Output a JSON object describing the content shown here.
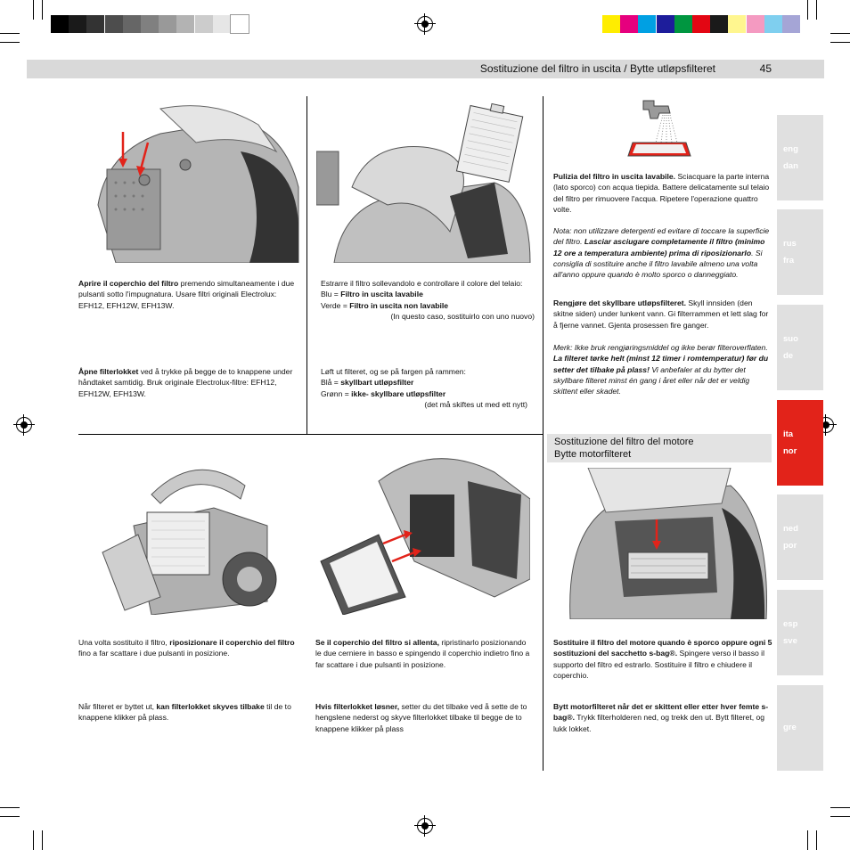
{
  "header": {
    "title": "Sostituzione del filtro in uscita / Bytte utløpsfilteret",
    "page": "45"
  },
  "colors": {
    "greys": [
      "#000000",
      "#1a1a1a",
      "#333333",
      "#4d4d4d",
      "#666666",
      "#808080",
      "#999999",
      "#b3b3b3",
      "#cccccc",
      "#e6e6e6",
      "#ffffff"
    ],
    "process": [
      "#ffed00",
      "#e6007e",
      "#00a0e3",
      "#1d1d9b",
      "#009640",
      "#e30613",
      "#1a1a1a",
      "#fff68f",
      "#f49ac1",
      "#7fcfef",
      "#a5a5d6"
    ],
    "accent": "#e2231a",
    "tab_grey": "#e0e0e0"
  },
  "tabs": [
    {
      "l1": "eng",
      "l2": "dan",
      "active": false
    },
    {
      "l1": "rus",
      "l2": "fra",
      "active": false
    },
    {
      "l1": "suo",
      "l2": "de",
      "active": false
    },
    {
      "l1": "ita",
      "l2": "nor",
      "active": true
    },
    {
      "l1": "ned",
      "l2": "por",
      "active": false
    },
    {
      "l1": "esp",
      "l2": "sve",
      "active": false
    },
    {
      "l1": "gre",
      "l2": "",
      "active": false
    }
  ],
  "col1_top": {
    "it_bold": "Aprire il coperchio del filtro",
    "it_text": " premendo simultaneamente i due pulsanti sotto l'impugnatura. Usare filtri originali Electrolux: EFH12, EFH12W, EFH13W.",
    "no_bold": "Åpne filterlokket",
    "no_text": " ved å trykke på begge de to knappene under håndtaket samtidig. Bruk originale Electrolux-filtre: EFH12, EFH12W, EFH13W."
  },
  "col2_top": {
    "it_line1": "Estrarre il filtro sollevandolo e controllare il colore del telaio:",
    "it_blu_label": "Blu = ",
    "it_blu_value": "Filtro in uscita lavabile",
    "it_verde_label": "Verde = ",
    "it_verde_value": "Filtro in uscita non lavabile",
    "it_note": "(In questo caso, sostituirlo con uno nuovo)",
    "no_line1": "Løft ut filteret, og se på fargen på rammen:",
    "no_bla_label": "Blå = ",
    "no_bla_value": "skyllbart utløpsfilter",
    "no_gronn_label": "Grønn = ",
    "no_gronn_value": "ikke- skyllbare utløpsfilter",
    "no_note": "(det må skiftes ut med ett nytt)"
  },
  "col3_top": {
    "it_bold": "Pulizia del filtro in uscita lavabile.",
    "it_text": " Sciacquare la parte interna (lato sporco) con acqua tiepida. Battere delicatamente sul telaio del filtro per rimuovere l'acqua. Ripetere l'operazione quattro volte.",
    "it_note_a": "Nota: non utilizzare detergenti ed evitare di toccare la superficie del filtro. ",
    "it_note_b": "Lasciar asciugare completamente il filtro (minimo 12 ore a temperatura ambiente) prima di riposizionarlo",
    "it_note_c": ". Si consiglia di sostituire anche il filtro lavabile almeno una volta all'anno oppure quando è molto sporco o danneggiato.",
    "no_bold": "Rengjøre det skyllbare utløpsfilteret.",
    "no_text": " Skyll innsiden (den skitne siden) under lunkent vann. Gi filterrammen et lett slag for å fjerne vannet. Gjenta prosessen fire ganger.",
    "no_note_a": "Merk: Ikke bruk rengjøringsmiddel og ikke berør filteroverflaten. ",
    "no_note_b": "La filteret tørke helt (minst 12 timer i romtemperatur) før du setter det tilbake på plass!",
    "no_note_c": " Vi anbefaler at du bytter det skyllbare filteret minst én gang i året eller når det er veldig skittent eller skadet."
  },
  "section": {
    "line1": "Sostituzione del filtro del motore",
    "line2": "Bytte motorfilteret"
  },
  "col1_bottom": {
    "it_a": "Una volta sostituito il filtro, ",
    "it_bold": "riposizionare il coperchio del filtro",
    "it_c": " fino a far scattare i due pulsanti in posizione.",
    "no_a": "Når filteret er byttet ut, ",
    "no_bold": "kan filterlokket skyves tilbake",
    "no_c": " til de to knappene klikker på plass."
  },
  "col2_bottom": {
    "it_bold": "Se il coperchio del filtro si allenta,",
    "it_text": " ripristinarlo posizionando le due cerniere in basso e spingendo il coperchio indietro fino a far scattare i due pulsanti in posizione.",
    "no_bold": "Hvis filterlokket løsner,",
    "no_text": " setter du det tilbake ved å sette de to hengslene nederst og skyve filterlokket tilbake til begge de to knappene klikker på plass"
  },
  "col3_bottom": {
    "it_bold": "Sostituire il filtro del motore quando è sporco oppure ogni 5 sostituzioni del sacchetto s-bag®.",
    "it_text": " Spingere verso il basso il supporto del filtro ed estrarlo. Sostituire il filtro e chiudere il coperchio.",
    "no_bold": "Bytt motorfilteret når det er skittent eller etter hver femte s-bag®.",
    "no_text": " Trykk filterholderen ned, og trekk den ut. Bytt filteret, og lukk lokket."
  }
}
